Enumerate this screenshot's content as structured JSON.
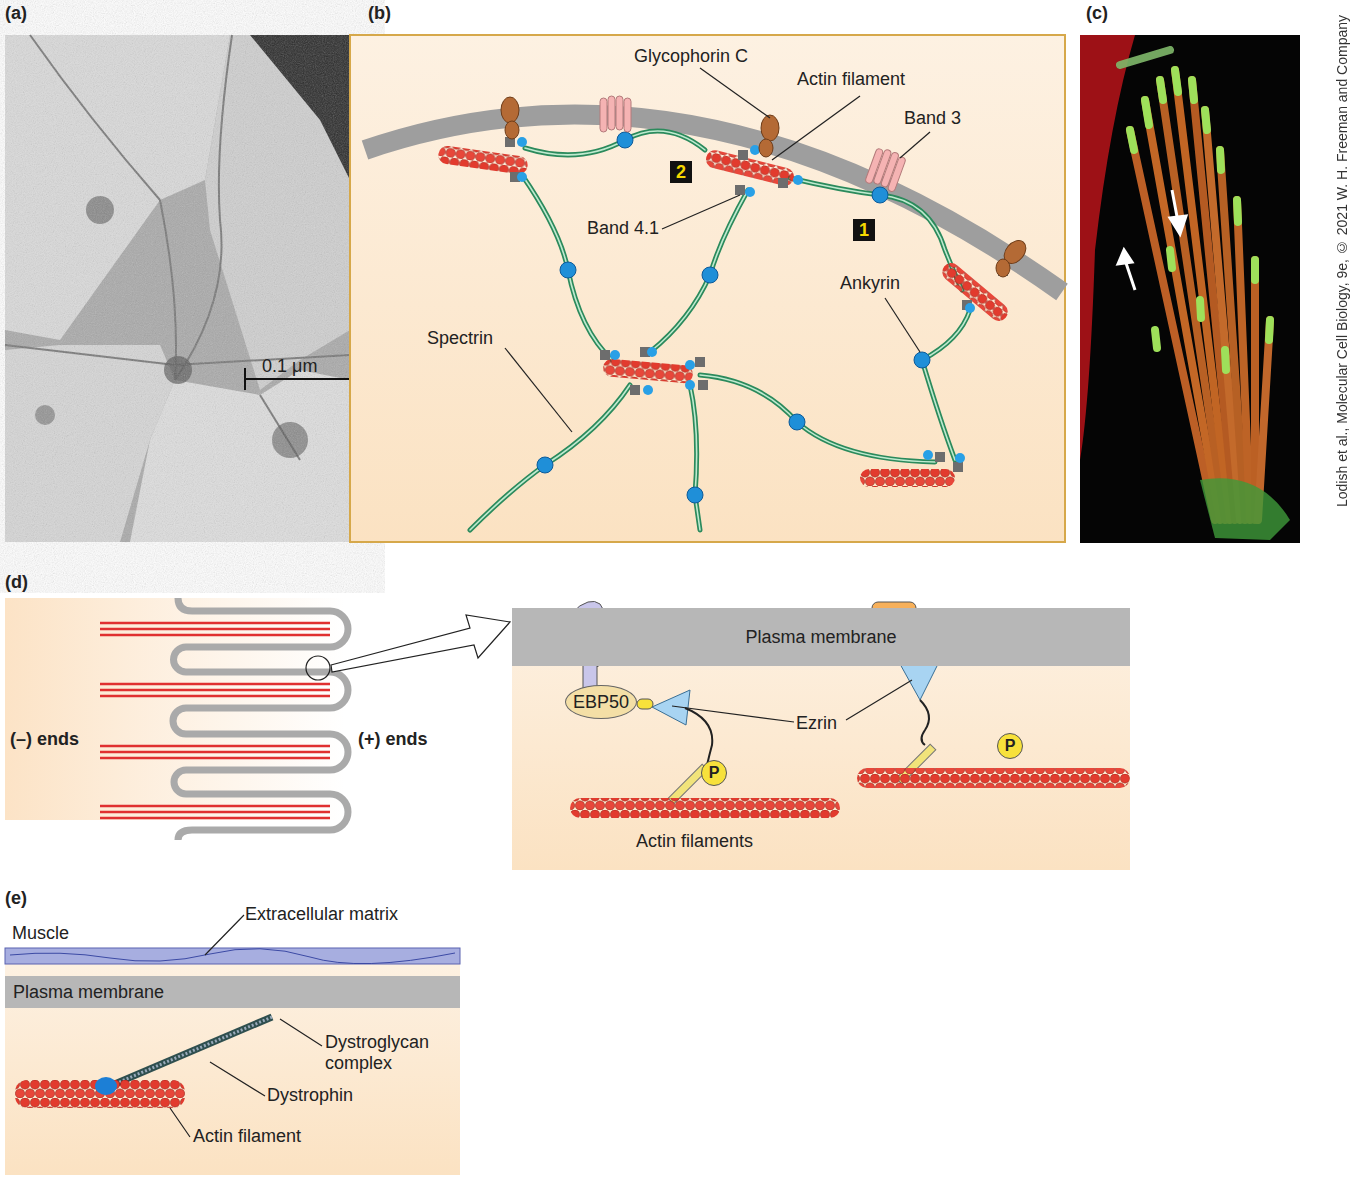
{
  "diagram": {
    "nodes": [
      {
        "text": [
          "2"
        ]
      },
      {
        "text": [
          "1"
        ]
      },
      {
        "text": [
          "Plasma membrane"
        ]
      },
      {
        "text": [
          "EBP50"
        ]
      },
      {
        "text": [
          "P"
        ]
      },
      {
        "text": [
          "P"
        ]
      },
      {
        "text": [
          "Plasma membrane"
        ]
      }
    ],
    "labels": [
      "(a)",
      "0.1 μm",
      "(b)",
      "Glycophorin C",
      "Actin filament",
      "Band 3",
      "Band 4.1",
      "Ankyrin",
      "Spectrin",
      "(c)",
      "Lodish et al., Molecular Cell Biology, 9e, © 2021 W. H. Freeman and Company",
      "(d)",
      "(–) ends",
      "(+) ends",
      "Ezrin",
      "Actin filaments",
      "(e)",
      "Muscle",
      "Extracellular matrix",
      "Dystroglycan complex",
      "Dystrophin",
      "Actin filament"
    ]
  }
}
